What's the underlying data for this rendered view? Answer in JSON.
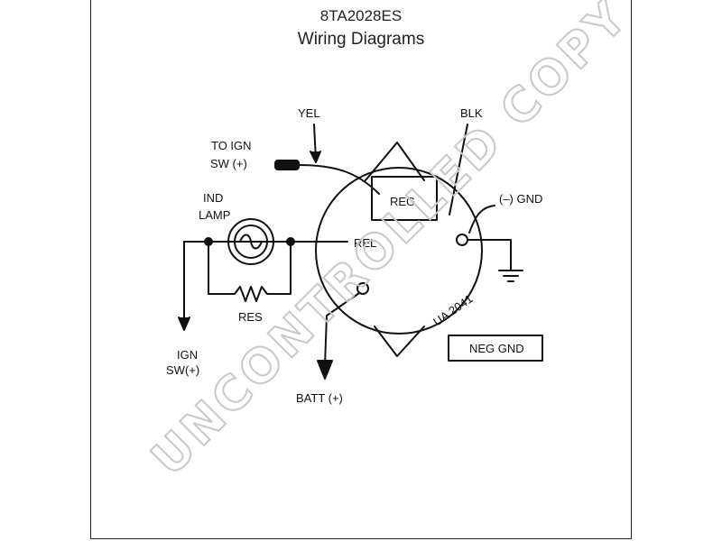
{
  "header": {
    "model": "8TA2028ES",
    "subtitle": "Wiring Diagrams"
  },
  "labels": {
    "yel": "YEL",
    "blk": "BLK",
    "to_ign": "TO IGN",
    "sw_plus": "SW (+)",
    "neg_gnd_terminal": "(–) GND",
    "ind": "IND",
    "lamp": "LAMP",
    "reg": "REG",
    "rel": "REL",
    "res": "RES",
    "ign": "IGN",
    "ign_sw": "SW(+)",
    "batt": "BATT (+)",
    "neg_gnd_box": "NEG GND",
    "ser": "UA 2041"
  },
  "watermark": "UNCONTROLLED COPY"
}
